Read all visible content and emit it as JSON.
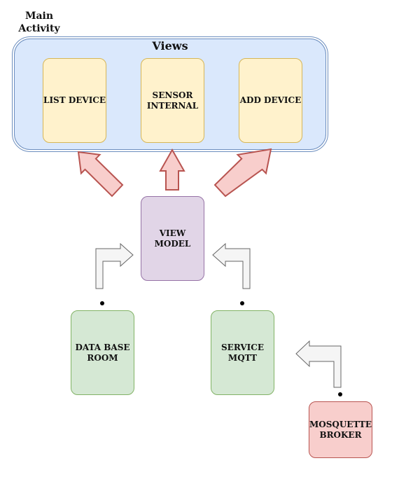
{
  "diagram": {
    "main_activity_label": "Main\nActivity",
    "views_label": "Views",
    "nodes": {
      "list_device": "LIST DEVICE",
      "sensor_internal": "SENSOR\nINTERNAL",
      "add_device": "ADD DEVICE",
      "view_model": "VIEW MODEL",
      "database_room": "DATA BASE\nROOM",
      "service_mqtt": "SERVICE\nMQTT",
      "mosquette_broker": "MOSQUETTE\nBROKER"
    },
    "colors": {
      "views_fill": "#dae8fc",
      "views_stroke": "#6c8ebf",
      "view_node_fill": "#fff2cc",
      "view_model_fill": "#e1d5e7",
      "data_node_fill": "#d5e8d4",
      "broker_fill": "#f8cecc",
      "big_arrow_fill": "#f8cecc",
      "big_arrow_stroke": "#b85450",
      "small_arrow_fill": "#f5f5f5",
      "small_arrow_stroke": "#666666"
    }
  }
}
